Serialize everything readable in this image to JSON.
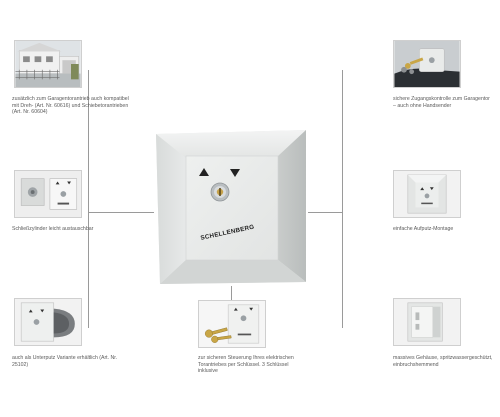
{
  "captions": {
    "top_left": "zusätzlich zum Garagentorantrieb auch kompatibel mit Dreh- (Art. Nr. 60616) und Schiebetorantrieben (Art. Nr. 60604)",
    "top_right": "sichere Zugangskontrolle zum Garagentor – auch ohne Handsender",
    "mid_left": "Schließzylinder leicht austauschbar",
    "mid_right": "einfache Aufputz-Montage",
    "bottom_left": "auch als Unterputz Variante erhältlich (Art. Nr. 25102)",
    "bottom_center": "zur sicheren Steuerung Ihres elektrischen Torantriebes per Schlüssel. 3 Schlüssel inklusive",
    "bottom_right": "massives Gehäuse, spritzwassergeschützt, einbruchshemmend"
  },
  "device": {
    "brand_label": "SCHELLENBERG"
  },
  "colors": {
    "housing": "#e6e8e7",
    "housing_shade": "#cdd0cf",
    "connector": "#9a9a9a"
  }
}
